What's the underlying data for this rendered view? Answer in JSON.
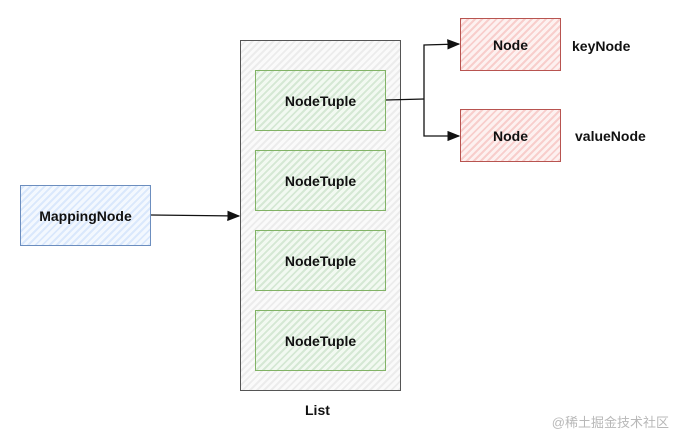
{
  "mapping_node": {
    "label": "MappingNode"
  },
  "list": {
    "caption": "List",
    "items": [
      "NodeTuple",
      "NodeTuple",
      "NodeTuple",
      "NodeTuple"
    ]
  },
  "key_node": {
    "box_label": "Node",
    "side_label": "keyNode"
  },
  "value_node": {
    "box_label": "Node",
    "side_label": "valueNode"
  },
  "watermark": "@稀土掘金技术社区",
  "colors": {
    "mapping_fill": "#dae8fc",
    "mapping_stroke": "#6c8ebf",
    "tuple_fill": "#d5e8d4",
    "tuple_stroke": "#82b366",
    "node_fill": "#f8cecc",
    "node_stroke": "#b85450",
    "arrow": "#111111"
  }
}
